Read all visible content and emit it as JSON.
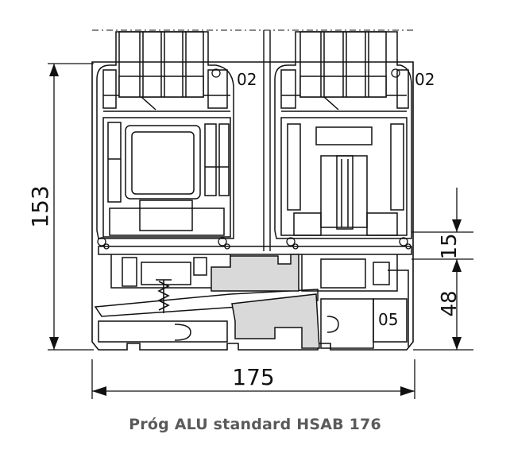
{
  "caption": "Próg ALU standard HSAB 176",
  "dimensions": {
    "height_total": "153",
    "width_total": "175",
    "step_small": "15",
    "threshold_height": "48"
  },
  "part_labels": {
    "left_sash": "02",
    "right_sash": "02",
    "threshold_part": "05"
  },
  "colors": {
    "line": "#111111",
    "insert_fill": "#d9d9d9",
    "caption": "#5a5a5a"
  }
}
